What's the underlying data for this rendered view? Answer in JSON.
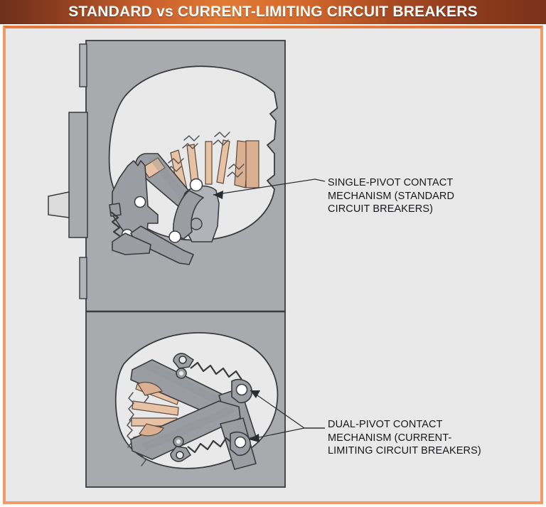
{
  "title": {
    "text": "STANDARD vs CURRENT-LIMITING CIRCUIT BREAKERS"
  },
  "colors": {
    "title_gradient_dark": "#6d2f1b",
    "title_gradient_bright": "#e07a33",
    "frame_border": "#ef9b6b",
    "content_background": "#e9e9e9",
    "panel_background": "#a8aaae",
    "cavity_fill": "#e9e9e9",
    "linkage_fill": "#9a9da2",
    "arc_plate_fill": "#e8c2a4",
    "outline": "#3a3b3d",
    "pivot_hole": "#ffffff",
    "label_text": "#16171a"
  },
  "panels": [
    {
      "id": "upper-panel",
      "name": "standard-circuit-breaker-cutaway",
      "mechanism": "single-pivot"
    },
    {
      "id": "lower-panel",
      "name": "current-limiting-circuit-breaker-cutaway",
      "mechanism": "dual-pivot"
    }
  ],
  "callouts": [
    {
      "id": "callout-upper",
      "text": "SINGLE-PIVOT CONTACT\nMECHANISM (STANDARD\nCIRCUIT BREAKERS)",
      "points_to": "upper-panel"
    },
    {
      "id": "callout-lower",
      "text": "DUAL-PIVOT CONTACT\nMECHANISM (CURRENT-\nLIMITING CIRCUIT BREAKERS)",
      "points_to": "lower-panel"
    }
  ]
}
